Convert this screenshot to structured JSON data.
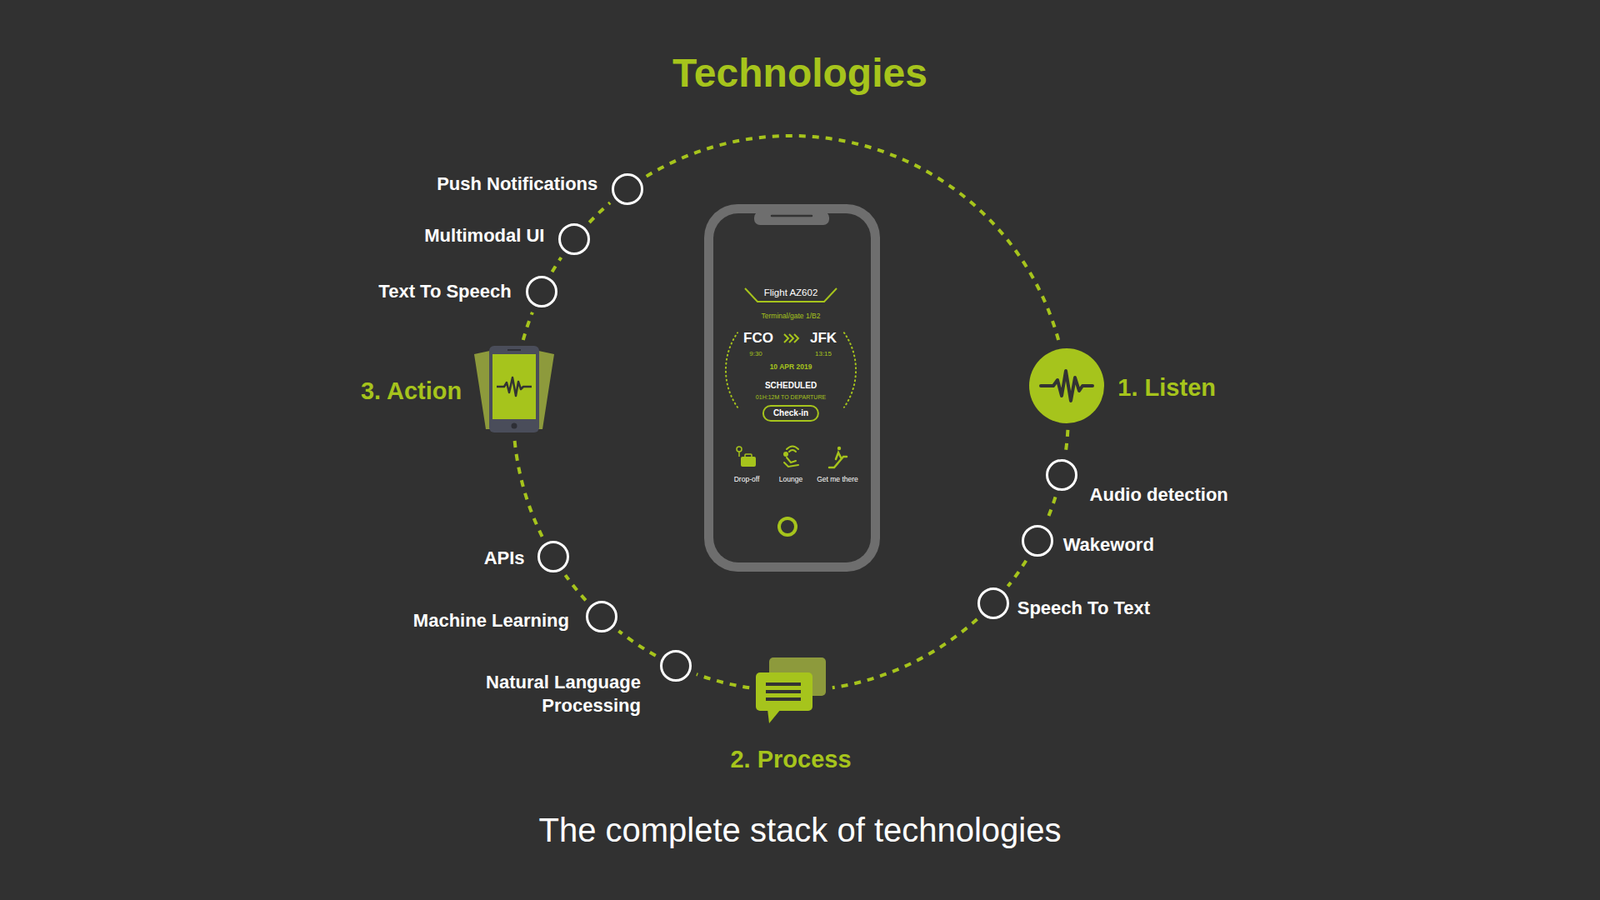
{
  "diagram": {
    "title": "Technologies",
    "caption": "The complete stack of technologies",
    "nodes": [
      {
        "text": [
          "1. Listen"
        ]
      },
      {
        "text": [
          "Audio detection"
        ]
      },
      {
        "text": [
          "Wakeword"
        ]
      },
      {
        "text": [
          "Speech To Text"
        ]
      },
      {
        "text": [
          "2. Process"
        ]
      },
      {
        "text": [
          "Natural Language Processing"
        ]
      },
      {
        "text": [
          "Machine Learning"
        ]
      },
      {
        "text": [
          "APIs"
        ]
      },
      {
        "text": [
          "3. Action"
        ]
      },
      {
        "text": [
          "Text To Speech"
        ]
      },
      {
        "text": [
          "Multimodal UI"
        ]
      },
      {
        "text": [
          "Push Notifications"
        ]
      },
      {
        "text": [
          "Check-in"
        ]
      }
    ],
    "edges": [
      {
        "from": 0,
        "to": 1,
        "arrow": "none"
      },
      {
        "from": 1,
        "to": 2,
        "arrow": "none"
      },
      {
        "from": 2,
        "to": 3,
        "arrow": "none"
      },
      {
        "from": 3,
        "to": 4,
        "arrow": "none"
      },
      {
        "from": 4,
        "to": 5,
        "arrow": "none"
      },
      {
        "from": 5,
        "to": 6,
        "arrow": "none"
      },
      {
        "from": 6,
        "to": 7,
        "arrow": "none"
      },
      {
        "from": 7,
        "to": 8,
        "arrow": "none"
      },
      {
        "from": 8,
        "to": 9,
        "arrow": "none"
      },
      {
        "from": 9,
        "to": 10,
        "arrow": "none"
      },
      {
        "from": 10,
        "to": 11,
        "arrow": "none"
      },
      {
        "from": 11,
        "to": 0,
        "arrow": "none"
      }
    ],
    "labels": [
      "Flight AZ602",
      "Terminal/gate 1/B2",
      "FCO",
      "JFK",
      "9:30",
      "13:15",
      "10 APR 2019",
      "SCHEDULED",
      "01H:12M TO DEPARTURE",
      "Drop-off",
      "Lounge",
      "Get me there"
    ]
  }
}
